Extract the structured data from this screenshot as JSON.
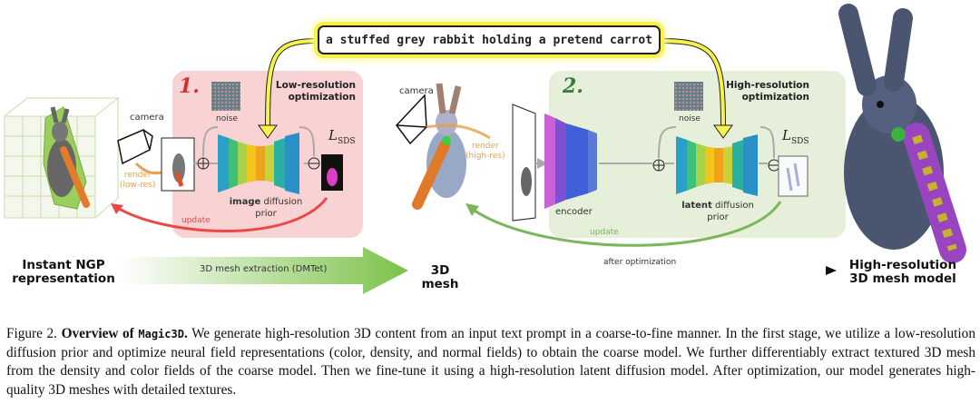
{
  "prompt": "a stuffed grey rabbit holding a pretend carrot",
  "stage1": {
    "number": "1.",
    "title_line1": "Low-resolution",
    "title_line2": "optimization",
    "camera": "camera",
    "render_line1": "render",
    "render_line2": "(low-res)",
    "noise": "noise",
    "prior_bold": "image",
    "prior_rest": " diffusion",
    "prior_line2": "prior",
    "loss": "L",
    "loss_sub": "SDS",
    "update": "update"
  },
  "stage2": {
    "number": "2.",
    "title_line1": "High-resolution",
    "title_line2": "optimization",
    "camera": "camera",
    "render_line1": "render",
    "render_line2": "(high-res)",
    "encoder": "encoder",
    "noise": "noise",
    "prior_bold": "latent",
    "prior_rest": " diffusion",
    "prior_line2": "prior",
    "loss": "L",
    "loss_sub": "SDS",
    "update": "update"
  },
  "bottom": {
    "ngp_line1": "Instant NGP",
    "ngp_line2": "representation",
    "extraction": "3D mesh extraction (DMTet)",
    "mesh": "3D mesh",
    "after": "after optimization",
    "final_line1": "High-resolution",
    "final_line2": "3D mesh model"
  },
  "caption": {
    "label": "Figure 2.",
    "bold_a": "Overview of",
    "mono": "Magic3D",
    "bold_b": ".",
    "text": "We generate high-resolution 3D content from an input text prompt in a coarse-to-fine manner. In the first stage, we utilize a low-resolution diffusion prior and optimize neural field representations (color, density, and normal fields) to obtain the coarse model. We further differentiably extract textured 3D mesh from the density and color fields of the coarse model. Then we fine-tune it using a high-resolution latent diffusion model. After optimization, our model generates high-quality 3D meshes with detailed textures."
  },
  "colors": {
    "stage1_bg": "#f9d3d3",
    "stage2_bg": "#e5efd9",
    "prompt_glow": "#f6f24a",
    "update1": "#e84848",
    "update2": "#7bb65a",
    "render": "#e9a04a"
  }
}
